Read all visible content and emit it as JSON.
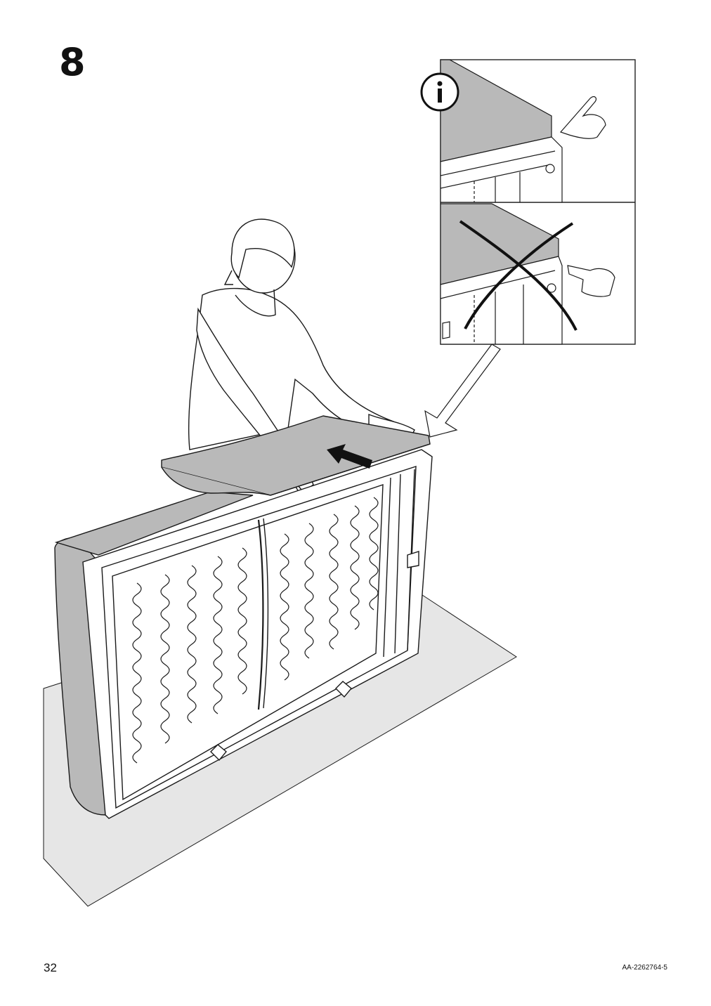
{
  "step": {
    "number": "8"
  },
  "footer": {
    "page_number": "32",
    "document_code": "AA-2262764-5"
  },
  "info_panel": {
    "info_icon": "info-circle-icon",
    "correct_example": {
      "icon": "pointing-hand-icon"
    },
    "incorrect_example": {
      "icon": "pointing-hand-icon",
      "mark": "cross-out-icon"
    }
  },
  "main_scene": {
    "person": "person-figure",
    "furniture": "sofa-section-frame",
    "direction_arrow": "push-arrow-icon"
  },
  "colors": {
    "line": "#1a1a1a",
    "cushion_gray": "#b9b9b9",
    "floor_gray": "#e6e6e6",
    "panel_border": "#222222"
  }
}
